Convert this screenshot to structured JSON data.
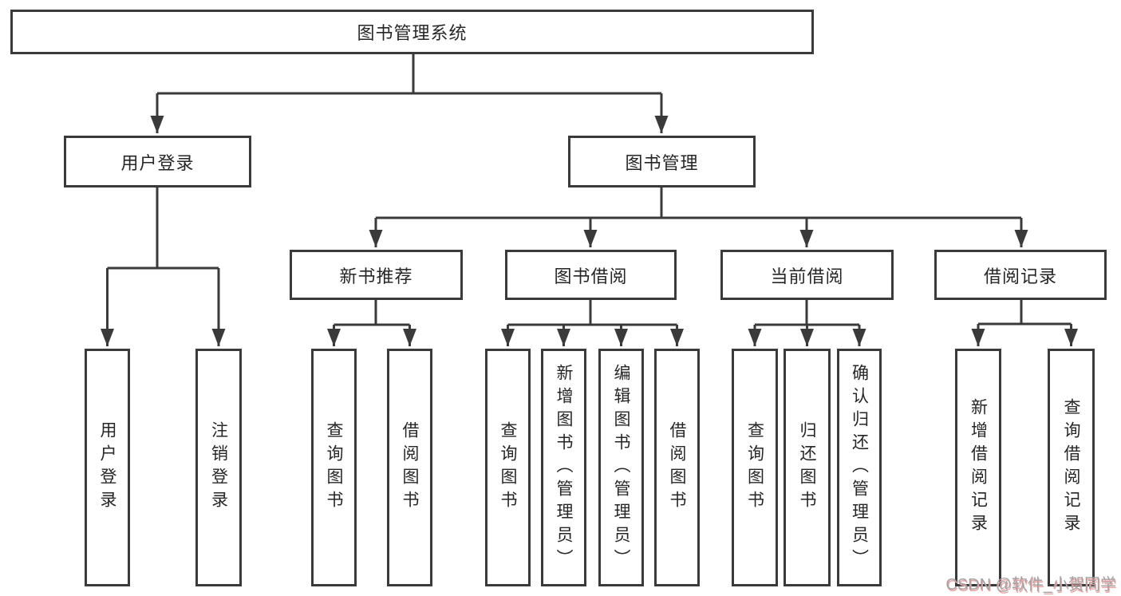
{
  "diagram": {
    "title": "图书管理系统",
    "children": [
      {
        "label": "用户登录",
        "children": [
          {
            "label": "用户登录"
          },
          {
            "label": "注销登录"
          }
        ]
      },
      {
        "label": "图书管理",
        "children": [
          {
            "label": "新书推荐",
            "children": [
              {
                "label": "查询图书"
              },
              {
                "label": "借阅图书"
              }
            ]
          },
          {
            "label": "图书借阅",
            "children": [
              {
                "label": "查询图书"
              },
              {
                "label": "新增图书（管理员）"
              },
              {
                "label": "编辑图书（管理员）"
              },
              {
                "label": "借阅图书"
              }
            ]
          },
          {
            "label": "当前借阅",
            "children": [
              {
                "label": "查询图书"
              },
              {
                "label": "归还图书"
              },
              {
                "label": "确认归还（管理员）"
              }
            ]
          },
          {
            "label": "借阅记录",
            "children": [
              {
                "label": "新增借阅记录"
              },
              {
                "label": "查询借阅记录"
              }
            ]
          }
        ]
      }
    ]
  },
  "watermark": {
    "text": "CSDN @软件_小贺同学"
  },
  "colors": {
    "line": "#3a3a3a",
    "text": "#262626",
    "background": "#ffffff",
    "watermark": "#a3a3a3",
    "watermark_shadow": "#eda1a1"
  }
}
